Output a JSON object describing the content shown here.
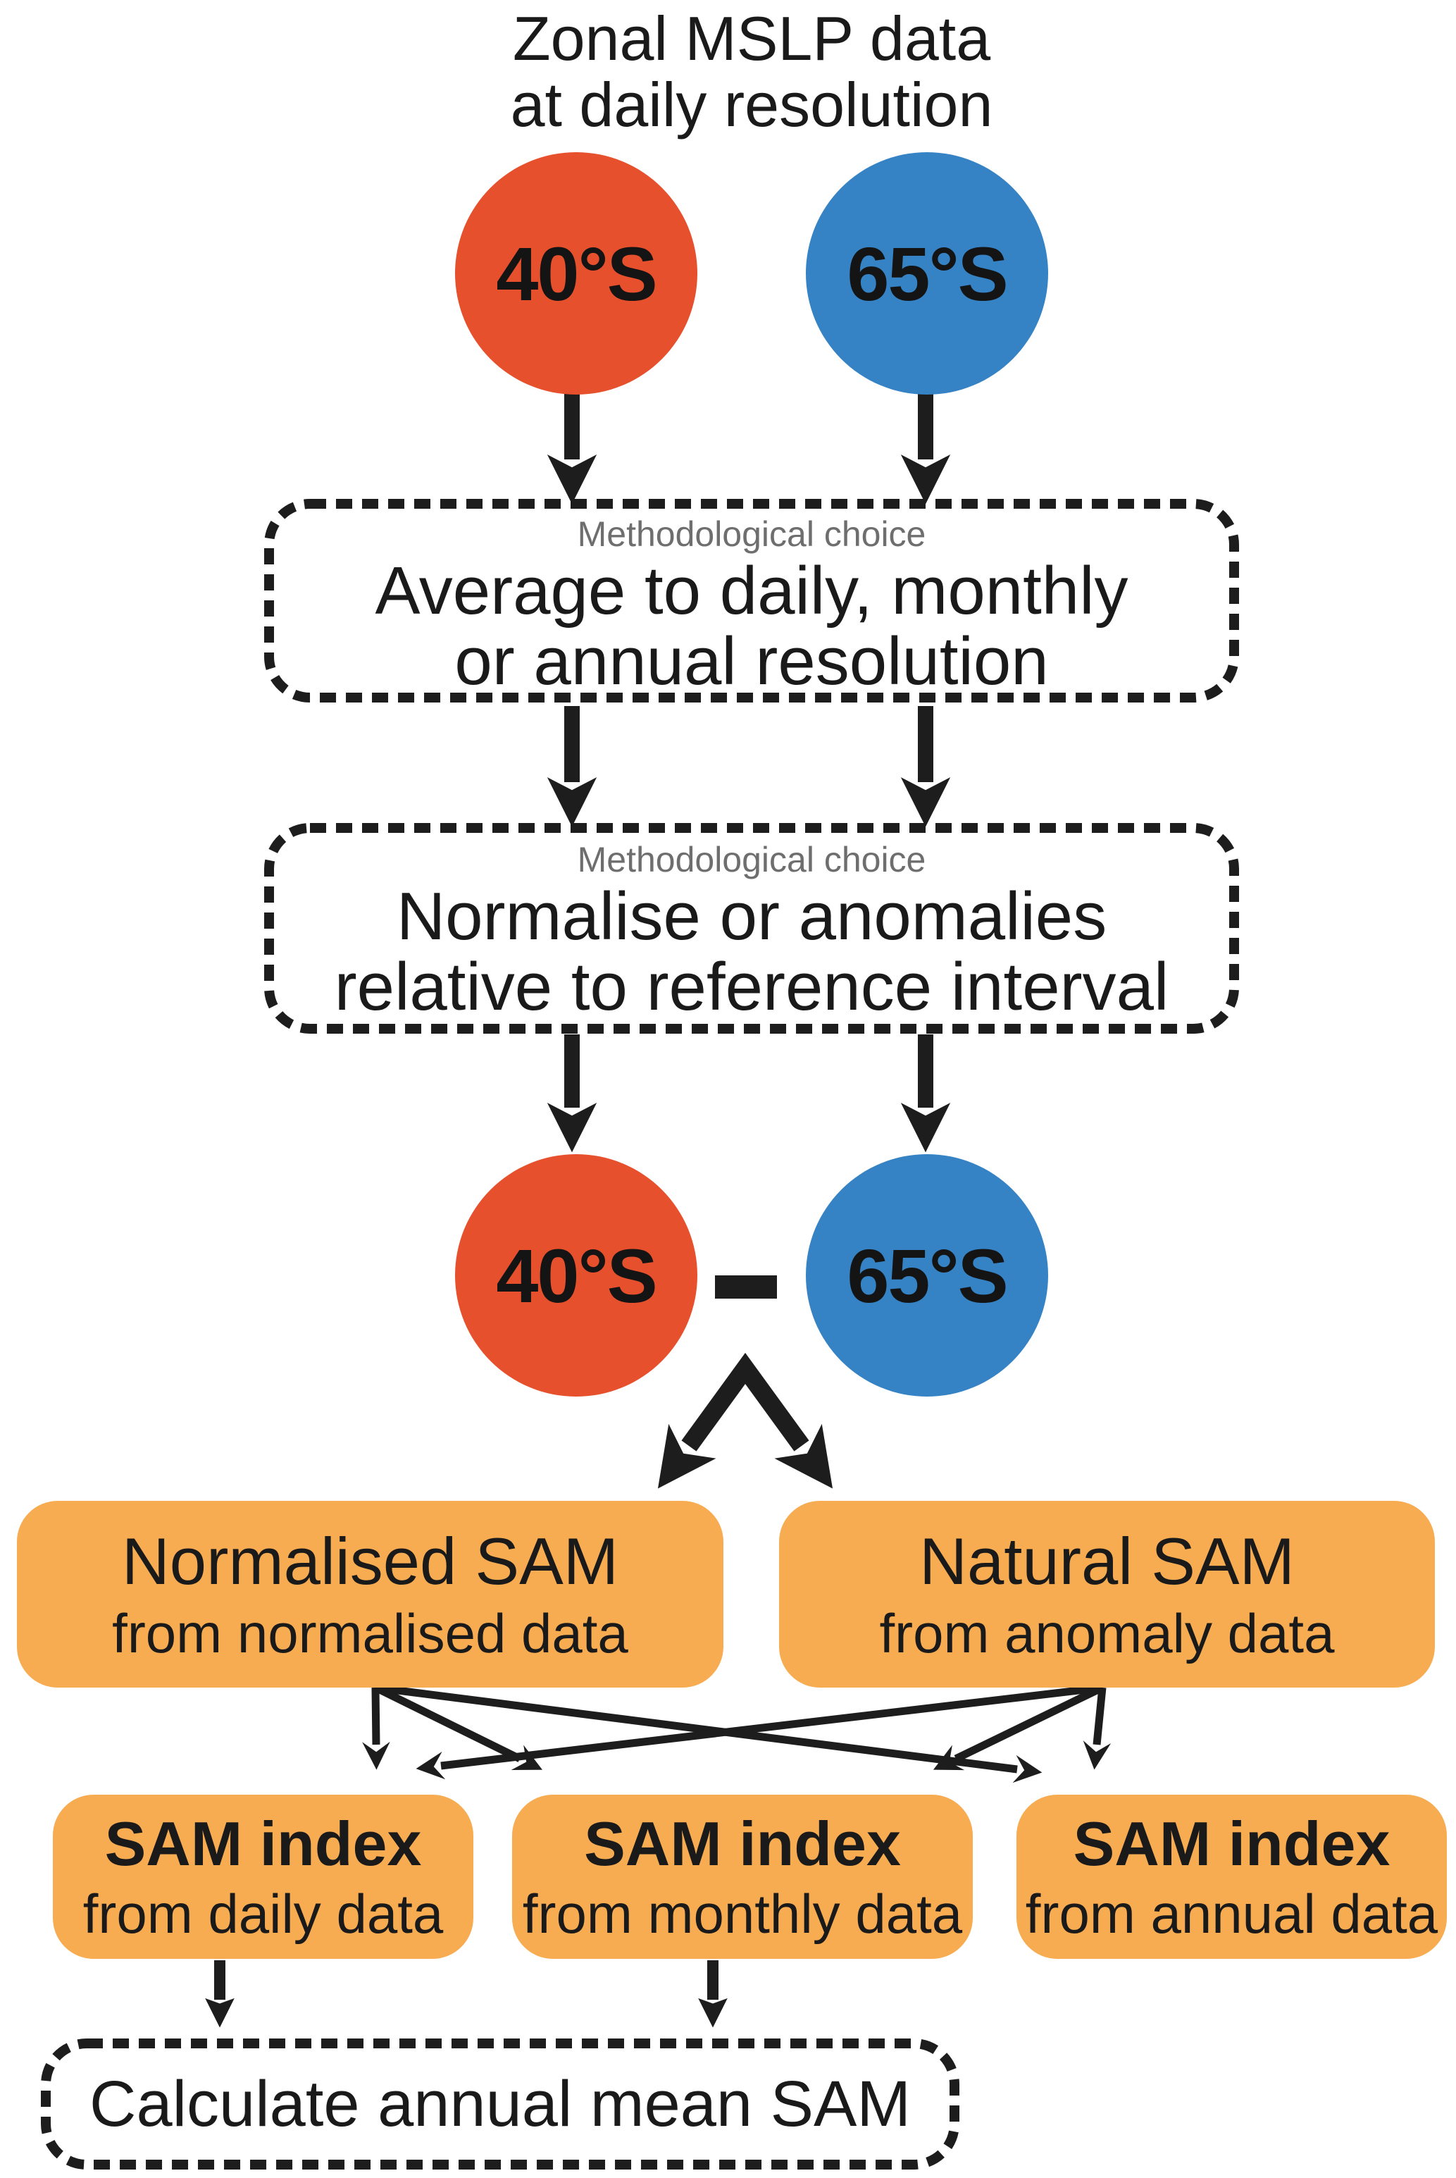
{
  "title": {
    "line1": "Zonal MSLP data",
    "line2": "at daily resolution"
  },
  "inputs": {
    "lat40": {
      "label": "40°S"
    },
    "lat65": {
      "label": "65°S"
    }
  },
  "steps": {
    "averaging": {
      "header": "Methodological choice",
      "line1": "Average to daily, monthly",
      "line2": "or annual resolution"
    },
    "normalising": {
      "header": "Methodological choice",
      "line1": "Normalise or anomalies",
      "line2": "relative to reference interval"
    }
  },
  "difference": {
    "lat40": "40°S",
    "minus": "−",
    "lat65": "65°S"
  },
  "sam_types": {
    "normalised": {
      "title": "Normalised SAM",
      "subtitle": "from normalised data"
    },
    "natural": {
      "title": "Natural SAM",
      "subtitle": "from anomaly data"
    }
  },
  "sam_indices": {
    "daily": {
      "title": "SAM index",
      "subtitle": "from daily data"
    },
    "monthly": {
      "title": "SAM index",
      "subtitle": "from monthly data"
    },
    "annual": {
      "title": "SAM index",
      "subtitle": "from annual data"
    }
  },
  "final_step": {
    "label": "Calculate annual mean SAM"
  },
  "icons": {
    "minus_icon": "minus-sign",
    "arrow_icon": "down-arrow"
  },
  "colors": {
    "lat40_fill": "#E7502C",
    "lat65_fill": "#3583C5",
    "sam_box_fill": "#F8AC52",
    "choice_label_text": "#6E6E6E",
    "ink": "#1D1D1D",
    "background": "#FFFFFF"
  }
}
